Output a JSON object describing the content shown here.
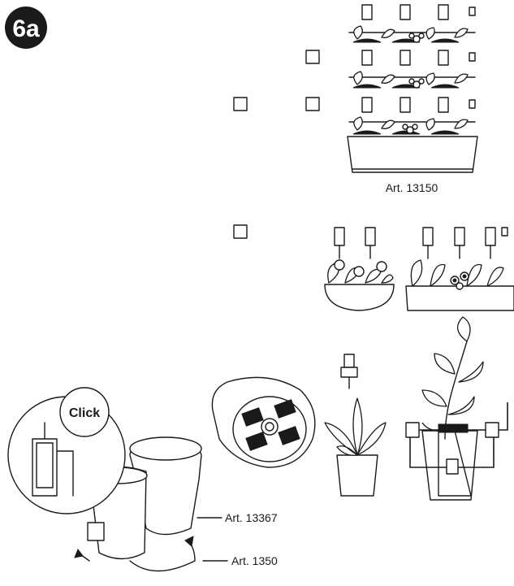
{
  "figure": {
    "step_badge": "6a",
    "click_label": "Click",
    "labels": {
      "planter_article": "Art. 13150",
      "pump_article": "Art. 13367",
      "hose_article": "Art. 1350"
    }
  },
  "colors": {
    "ink": "#1a1a1a",
    "paper": "#ffffff"
  }
}
